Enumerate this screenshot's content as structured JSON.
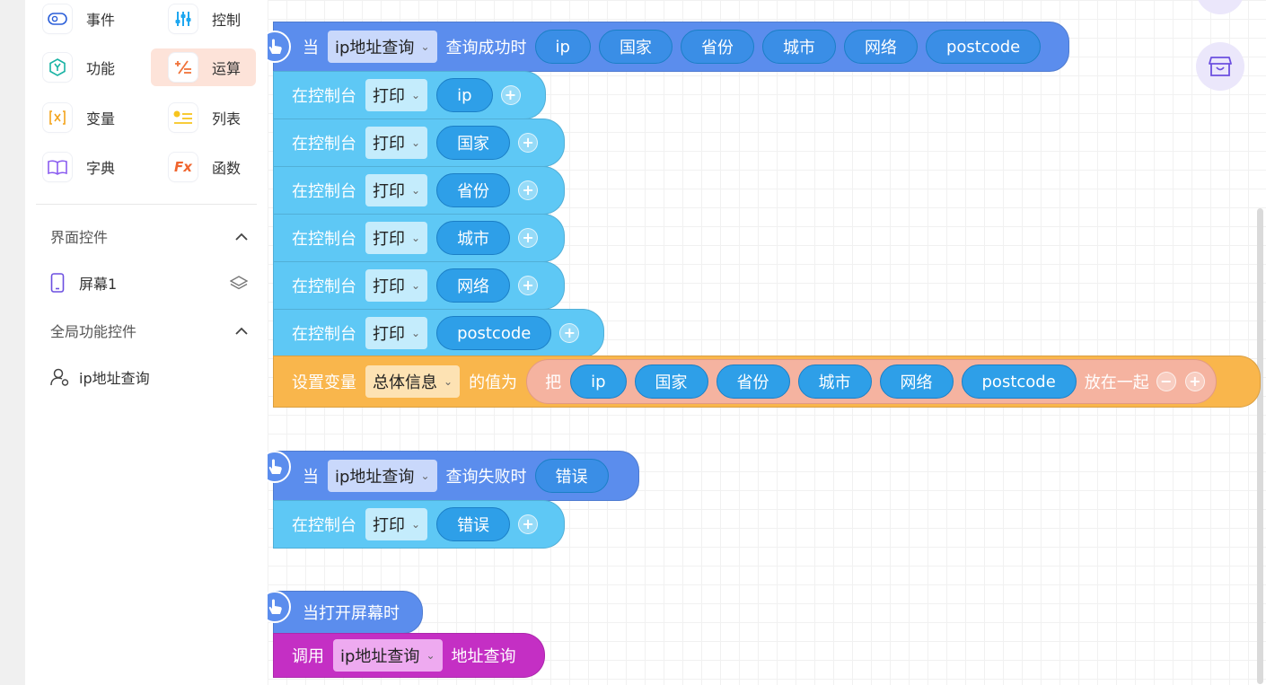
{
  "categories": [
    {
      "label": "事件"
    },
    {
      "label": "控制"
    },
    {
      "label": "功能"
    },
    {
      "label": "运算"
    },
    {
      "label": "变量"
    },
    {
      "label": "列表"
    },
    {
      "label": "字典"
    },
    {
      "label": "函数"
    }
  ],
  "sections": {
    "ui_controls": {
      "title": "界面控件",
      "items": [
        {
          "label": "屏幕1"
        }
      ]
    },
    "global_controls": {
      "title": "全局功能控件",
      "items": [
        {
          "label": "ip地址查询"
        }
      ]
    }
  },
  "blocks": {
    "success_event": {
      "when": "当",
      "component": "ip地址查询",
      "event": "查询成功时",
      "params": [
        "ip",
        "国家",
        "省份",
        "城市",
        "网络",
        "postcode"
      ]
    },
    "print_prefix": "在控制台",
    "print_op": "打印",
    "prints": [
      "ip",
      "国家",
      "省份",
      "城市",
      "网络",
      "postcode"
    ],
    "set_var": {
      "label": "设置变量",
      "variable": "总体信息",
      "value_label": "的值为",
      "join_prefix": "把",
      "items": [
        "ip",
        "国家",
        "省份",
        "城市",
        "网络",
        "postcode"
      ],
      "join_suffix": "放在一起"
    },
    "fail_event": {
      "when": "当",
      "component": "ip地址查询",
      "event": "查询失败时",
      "param": "错误",
      "print_value": "错误"
    },
    "screen_open": {
      "label": "当打开屏幕时"
    },
    "call": {
      "label": "调用",
      "component": "ip地址查询",
      "method": "地址查询"
    }
  },
  "colors": {
    "accent_active": "#fde3d9",
    "event_block": "#5b8ded",
    "console_block": "#5ec8f5",
    "variable_block": "#f9b64c",
    "join_block": "#f5b3a0",
    "call_block": "#c42fc4",
    "param_pill": "#2e9fe8"
  }
}
